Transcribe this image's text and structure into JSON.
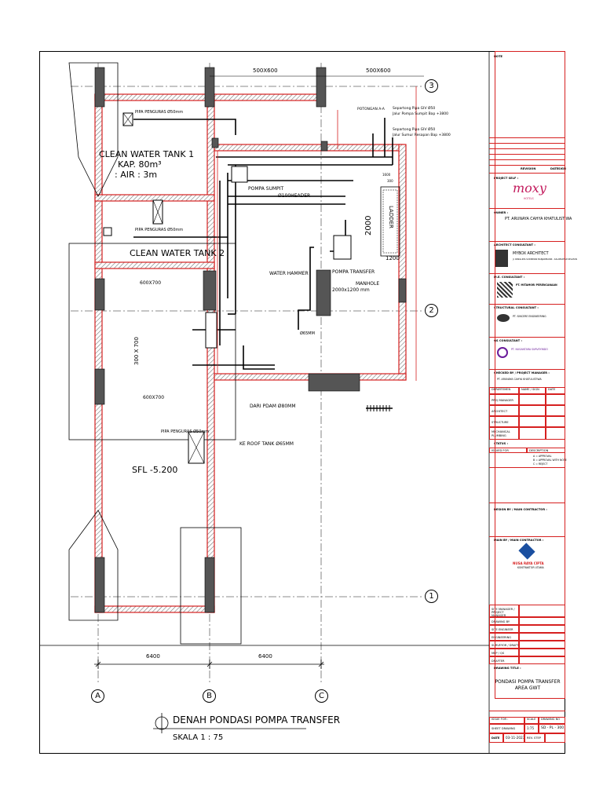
{
  "drawing": {
    "top_dims": [
      "500X600",
      "500X600"
    ],
    "bottom_dims": [
      "6400",
      "6400"
    ],
    "grid_letters": [
      "A",
      "B",
      "C"
    ],
    "grid_numbers": [
      "3",
      "2",
      "1"
    ],
    "tank1": {
      "line1": "CLEAN WATER TANK 1",
      "line2": "KAP. 80m³",
      "line3": ": AIR : 3m"
    },
    "tank2": "CLEAN WATER TANK 2",
    "pipa_pengurasan": [
      "PIPA PENGURAS Ø50mm",
      "PIPA PENGURAS Ø50mm",
      "PIPA PENGURAS Ø50mm"
    ],
    "col_dims": [
      "600X700",
      "300 X 700",
      "600X700"
    ],
    "sfl": "SFL -5.200",
    "pompa_sumpit": "POMPA SUMPIT",
    "header": "Ø100HEADER",
    "water_hammer": "WATER HAMMER",
    "pompa_transfer": "POMPA TRANSFER",
    "manhole": {
      "line1": "MANHOLE",
      "line2": "2000x1200 mm"
    },
    "pipe_65": "Ø65MM",
    "dari_pdam": "DARI PDAM Ø80MM",
    "ke_roof": "KE ROOF TANK Ø65MM",
    "ladder": "LADDER",
    "dim_2000": "2000",
    "dim_1200": "1200",
    "dim_1600": "1600",
    "dim_300": "300",
    "potongan": "POTONGAN  A-A",
    "notes": [
      "Separtong Pipa GIV Ø50",
      "Jalur Pompa Sumpit Bap +3800",
      "Separtong Pipa GIV Ø50",
      "Jalur Sumur Resapan Bap +3800"
    ],
    "title": "DENAH PONDASI POMPA TRANSFER",
    "scale": "SKALA 1 : 75"
  },
  "titleblock": {
    "note_label": "NOTE",
    "revision_label": "REVISION",
    "date_label": "DATE",
    "sign_label": "SIGN",
    "project_label": "PROJECT SELF :",
    "brand": "moxy",
    "brand_sub": "HOTELS",
    "owner_label": "OWNER :",
    "owner": "PT. ARUNAYA CAHYA KHATULISTIWA",
    "architect_label": "ARCHITECT CONSULTANT :",
    "architect": "MYBOX ARCHITECT",
    "architect_addr": "Jl. PANGLIMA SUDIRMAN BANJARMASIN - KALIMANTAN SELATAN",
    "me_label": "M.E. CONSULTANT :",
    "me": "PT. MITAMORI PERENCANAAN",
    "structural_label": "STRUCTURAL CONSULTANT :",
    "structural": "PT. SINCERE ENGINEERING",
    "qs_label": "QS CONSULTANT :",
    "qs": "PT. NUSANTARA SURVEYINDO",
    "checked_label": "CHECKED BY / PROJECT MANAGER :",
    "checked": "PT. ARUNAYA CAHYA KHATULISTIWA",
    "table_head": [
      "DEPARTEMEN",
      "NAME / SIGN",
      "DATE"
    ],
    "table_rows": [
      "PROJ MANAGER",
      "ARCHITECT",
      "STRUCTURE",
      "MECHANICAL PLUMBING"
    ],
    "status_label": "STATUS :",
    "status_cols": [
      "ISSUED FOR",
      "DESCRIPTION"
    ],
    "status_items": [
      "A = APPROVAL",
      "B = APPROVAL WITH NOTE",
      "C = REJECT"
    ],
    "design_label": "DESIGN BY / MAIN CONTRACTOR :",
    "contractor_label": "MAIN BY / MAIN CONTRACTOR :",
    "contractor": "NUSA RAYA CIPTA",
    "contractor_sub": "KONTRAKTOR UTAMA",
    "sign_rows": [
      "SITE MANAGER / PROJECT MANAGER",
      "DRAWING BY",
      "SITE ENGINEER",
      "ENGINEERING",
      "SURVEYOR / DRAFTER",
      "MEP / QS",
      "DRAFTER"
    ],
    "drawing_title_label": "DRAWING TITLE :",
    "drawing_title": "PONDASI POMPA TRANSFER AREA GWT",
    "scale_label": "SCALE",
    "scale": "1:75",
    "drawing_no_label": "DRAWING NO",
    "drawing_no": "SD - PL - 300",
    "sheet_label": "SHEET DRAWING",
    "date": "03-11-2023",
    "rev_label": "REV. STEP",
    "issue_label": "ISSUE FOR :"
  }
}
